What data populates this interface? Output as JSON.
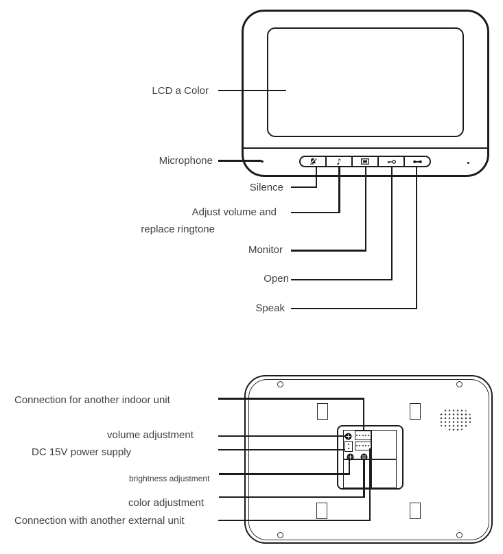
{
  "front": {
    "lcd_label": "LCD a Color",
    "microphone_label": "Microphone",
    "silence_label": "Silence",
    "adjust_volume_label_line1": "Adjust volume and",
    "adjust_volume_label_line2": "replace ringtone",
    "monitor_label": "Monitor",
    "open_label": "Open",
    "speak_label": "Speak",
    "note_glyph": "♪",
    "button_icons": [
      "bell-slash",
      "music-note",
      "screen",
      "key",
      "handset"
    ]
  },
  "back": {
    "indoor_label": "Connection for another indoor unit",
    "volume_label": "volume adjustment",
    "power_label": "DC 15V power supply",
    "brightness_label": "brightness adjustment",
    "color_label": "color adjustment",
    "external_label": "Connection with another external unit"
  },
  "colors": {
    "line": "#1b1b1b",
    "text": "#3e4144"
  }
}
